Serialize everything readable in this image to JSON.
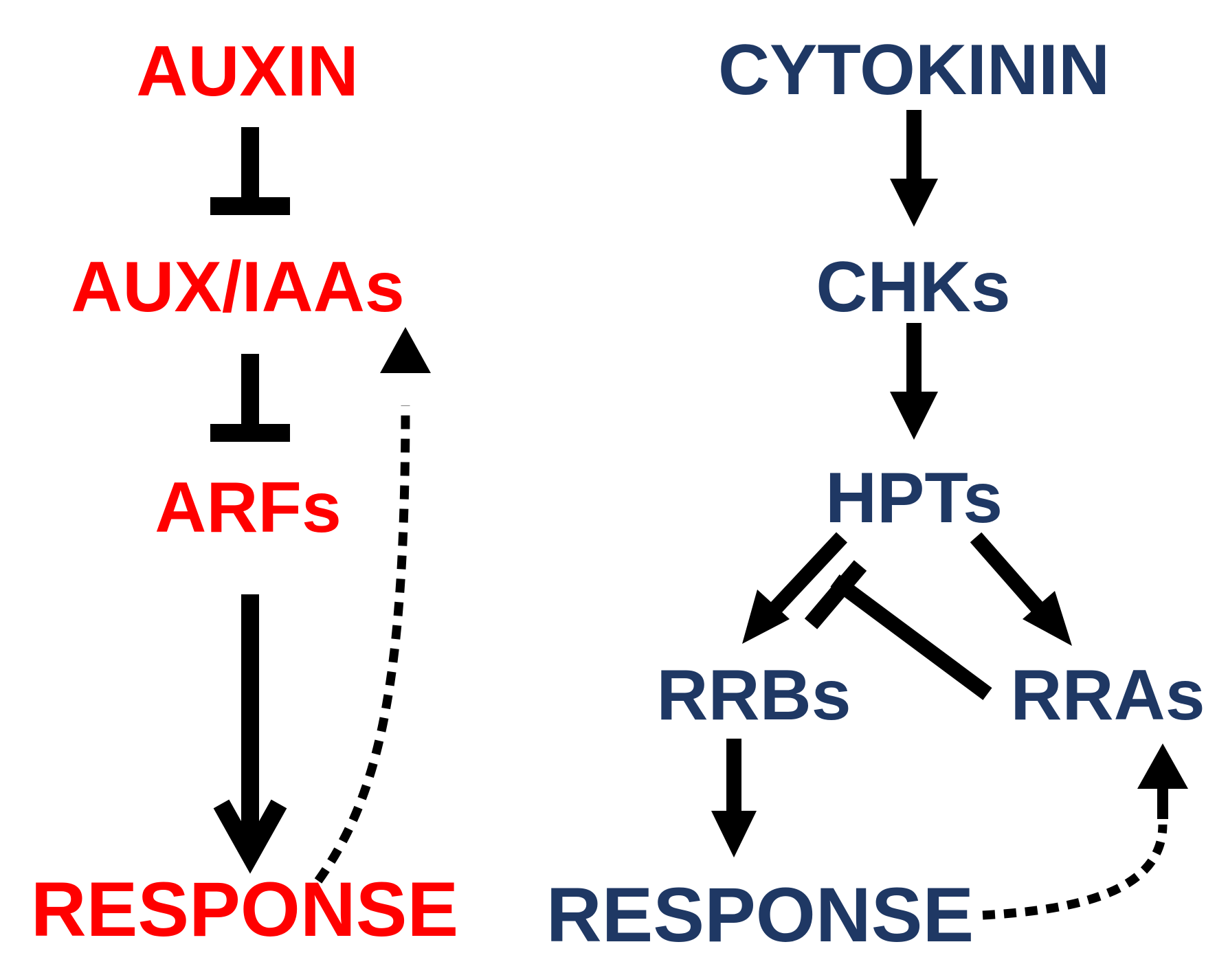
{
  "colors": {
    "auxin": "#ff0000",
    "cytokinin": "#1f3864",
    "edge": "#000000"
  },
  "auxin_pathway": {
    "source": "AUXIN",
    "repressor": "AUX/IAAs",
    "factor": "ARFs",
    "response": "RESPONSE"
  },
  "cytokinin_pathway": {
    "source": "CYTOKININ",
    "receptor": "CHKs",
    "phosphotransfer": "HPTs",
    "type_b": "RRBs",
    "type_a": "RRAs",
    "response": "RESPONSE"
  },
  "edges": [
    {
      "from": "AUXIN",
      "to": "AUX/IAAs",
      "type": "inhibition",
      "style": "solid"
    },
    {
      "from": "AUX/IAAs",
      "to": "ARFs",
      "type": "inhibition",
      "style": "solid"
    },
    {
      "from": "ARFs",
      "to": "RESPONSE",
      "type": "activation",
      "style": "solid"
    },
    {
      "from": "RESPONSE",
      "to": "AUX/IAAs",
      "type": "activation",
      "style": "dotted"
    },
    {
      "from": "CYTOKININ",
      "to": "CHKs",
      "type": "activation",
      "style": "solid"
    },
    {
      "from": "CHKs",
      "to": "HPTs",
      "type": "activation",
      "style": "solid"
    },
    {
      "from": "HPTs",
      "to": "RRBs",
      "type": "activation",
      "style": "solid"
    },
    {
      "from": "HPTs",
      "to": "RRAs",
      "type": "activation",
      "style": "solid"
    },
    {
      "from": "RRAs",
      "to": "HPTs-RRBs",
      "type": "inhibition",
      "style": "solid"
    },
    {
      "from": "RRBs",
      "to": "RESPONSE",
      "type": "activation",
      "style": "solid"
    },
    {
      "from": "RESPONSE",
      "to": "RRAs",
      "type": "activation",
      "style": "dotted"
    }
  ]
}
